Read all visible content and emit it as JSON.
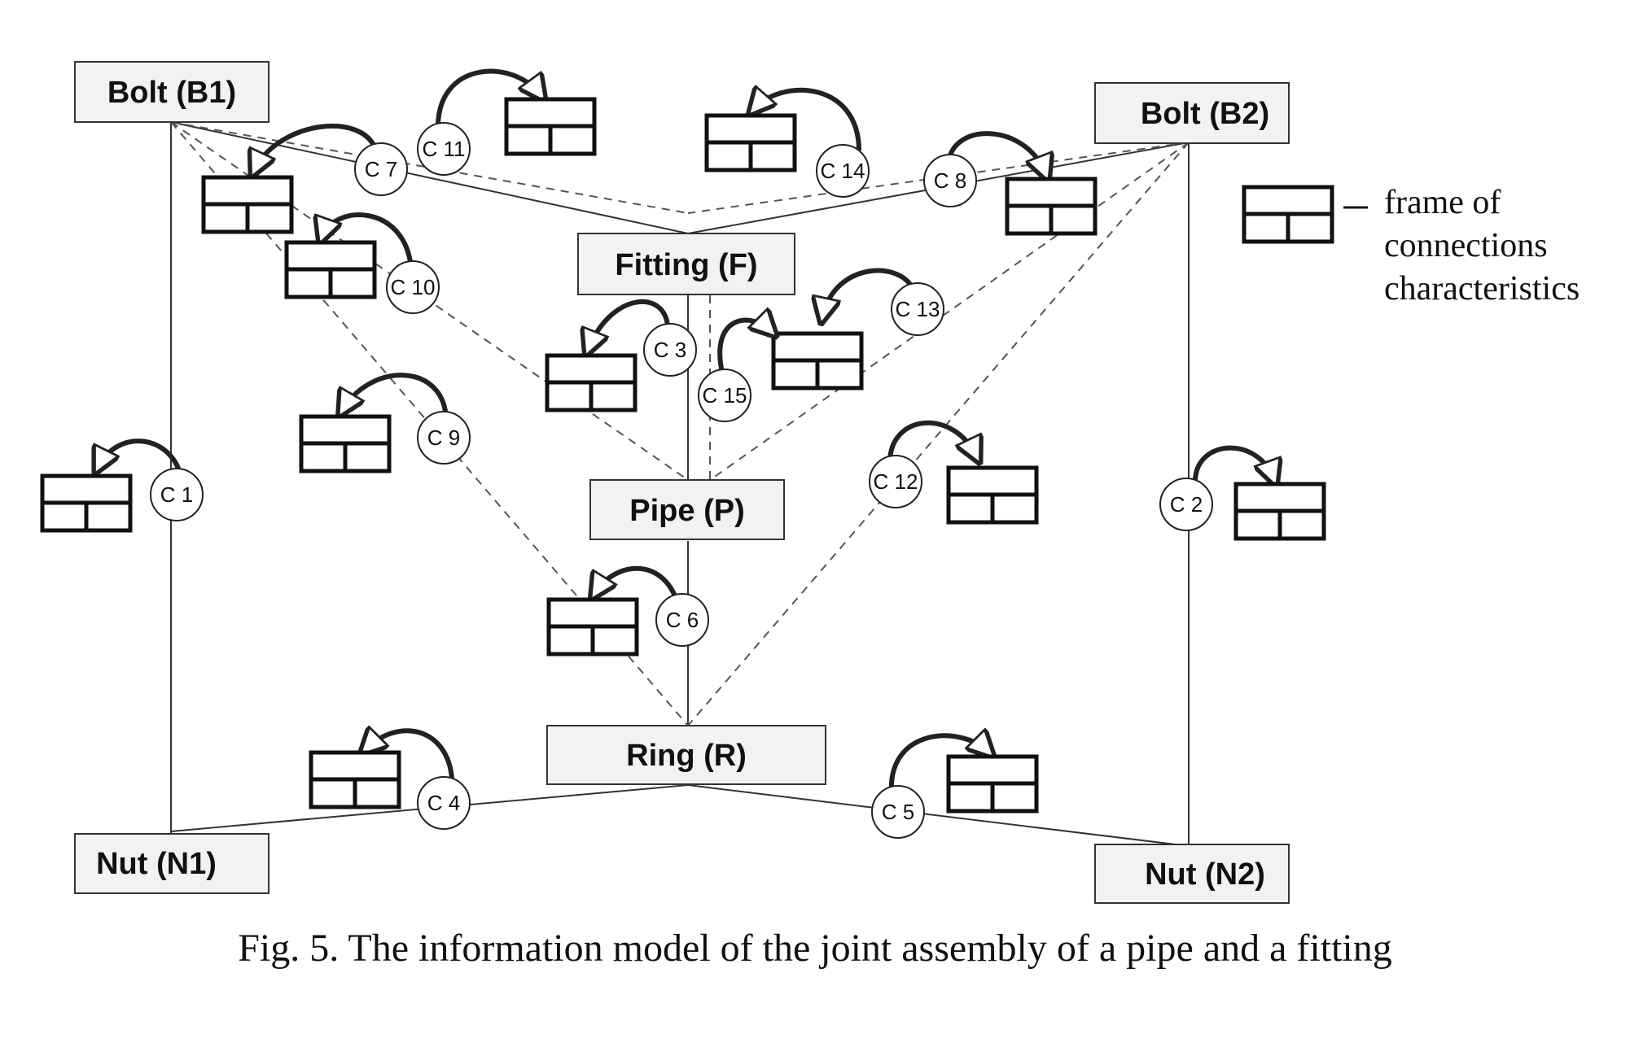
{
  "caption": "Fig. 5. The information model of the joint assembly of a pipe and a fitting",
  "nodes": [
    {
      "id": "B1",
      "label": "Bolt (B1)"
    },
    {
      "id": "B2",
      "label": "Bolt (B2)"
    },
    {
      "id": "F",
      "label": "Fitting (F)"
    },
    {
      "id": "P",
      "label": "Pipe (P)"
    },
    {
      "id": "R",
      "label": "Ring (R)"
    },
    {
      "id": "N1",
      "label": "Nut (N1)"
    },
    {
      "id": "N2",
      "label": "Nut (N2)"
    }
  ],
  "connections": [
    {
      "id": "C1",
      "label": "C 1",
      "from": "B1",
      "to": "N1",
      "style": "solid"
    },
    {
      "id": "C2",
      "label": "C 2",
      "from": "B2",
      "to": "N2",
      "style": "solid"
    },
    {
      "id": "C3",
      "label": "C 3",
      "from": "F",
      "to": "P",
      "style": "solid"
    },
    {
      "id": "C4",
      "label": "C 4",
      "from": "N1",
      "to": "R",
      "style": "solid"
    },
    {
      "id": "C5",
      "label": "C 5",
      "from": "R",
      "to": "N2",
      "style": "solid"
    },
    {
      "id": "C6",
      "label": "C 6",
      "from": "P",
      "to": "R",
      "style": "solid"
    },
    {
      "id": "C7",
      "label": "C 7",
      "from": "B1",
      "to": "F",
      "style": "solid"
    },
    {
      "id": "C8",
      "label": "C 8",
      "from": "B2",
      "to": "F",
      "style": "solid"
    },
    {
      "id": "C9",
      "label": "C 9",
      "from": "B1",
      "to": "R",
      "style": "dashed"
    },
    {
      "id": "C10",
      "label": "C 10",
      "from": "B1",
      "to": "P",
      "style": "dashed"
    },
    {
      "id": "C11",
      "label": "C 11",
      "from": "B1",
      "to": "F",
      "style": "dashed"
    },
    {
      "id": "C12",
      "label": "C 12",
      "from": "B2",
      "to": "R",
      "style": "dashed"
    },
    {
      "id": "C13",
      "label": "C 13",
      "from": "B2",
      "to": "P",
      "style": "dashed"
    },
    {
      "id": "C14",
      "label": "C 14",
      "from": "B2",
      "to": "F",
      "style": "dashed"
    },
    {
      "id": "C15",
      "label": "C 15",
      "from": "F",
      "to": "P",
      "style": "dashed"
    }
  ],
  "legend": {
    "line1": "frame of",
    "line2": "connections",
    "line3": "characteristics"
  }
}
